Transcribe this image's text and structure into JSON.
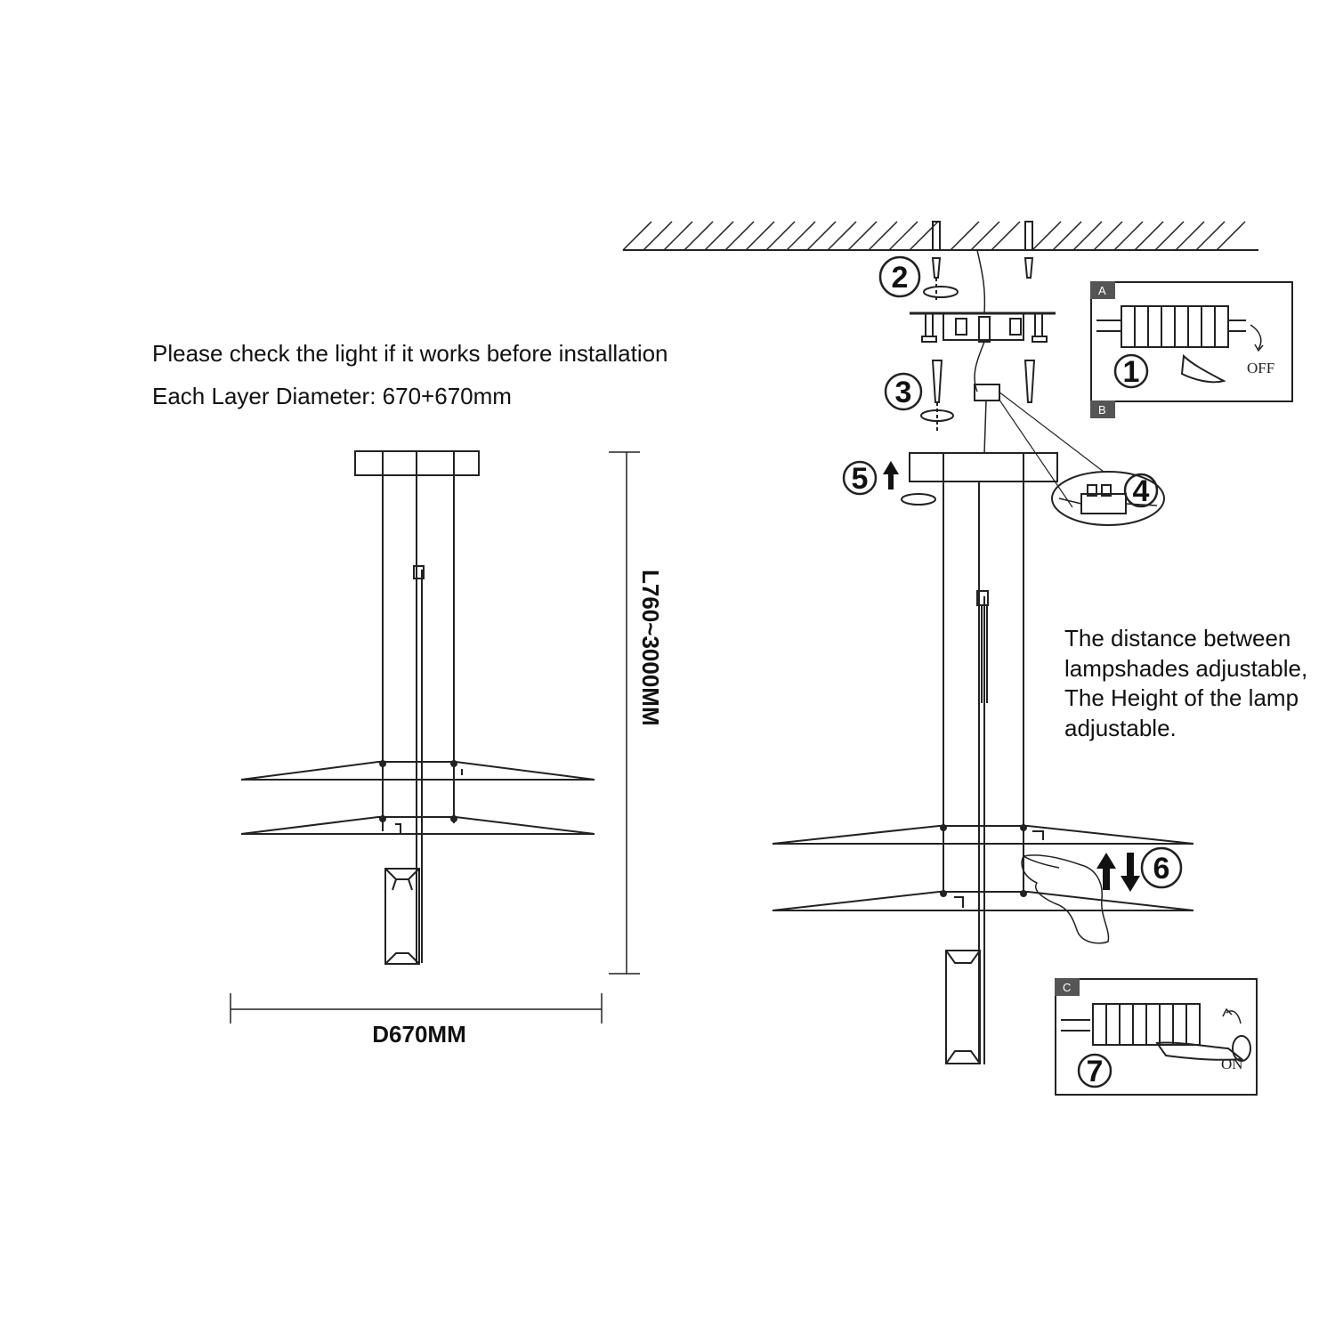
{
  "notes": {
    "check_light": "Please check the light if it works before installation",
    "layer_diameter": "Each Layer Diameter: 670+670mm",
    "adjust_line1": "The distance between",
    "adjust_line2": "lampshades adjustable,",
    "adjust_line3": "The Height of the lamp",
    "adjust_line4": "adjustable."
  },
  "dimensions": {
    "height": "L760~3000MM",
    "diameter": "D670MM"
  },
  "steps": [
    "1",
    "2",
    "3",
    "4",
    "5",
    "6",
    "7"
  ],
  "breaker_boxes": {
    "a_letter": "A",
    "b_letter": "B",
    "c_letter": "C",
    "off_label": "OFF",
    "on_label": "ON"
  }
}
